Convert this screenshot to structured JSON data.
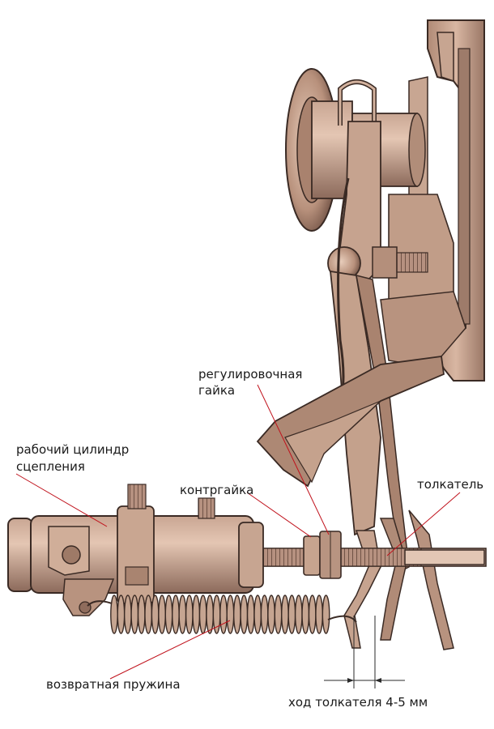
{
  "labels": {
    "adjusting_nut_line1": "регулировочная",
    "adjusting_nut_line2": "гайка",
    "slave_cylinder_line1": "рабочий цилиндр",
    "slave_cylinder_line2": "сцепления",
    "locknut": "контргайка",
    "pushrod": "толкатель",
    "return_spring": "возвратная пружина",
    "pushrod_travel": "ход толкателя 4-5 мм"
  },
  "colors": {
    "metal_light": "#d9b8a3",
    "metal_mid": "#b58e79",
    "metal_dark": "#6e5045",
    "outline": "#3a2a24",
    "leader_line": "#c0121c",
    "spring": "#9c7a68"
  }
}
